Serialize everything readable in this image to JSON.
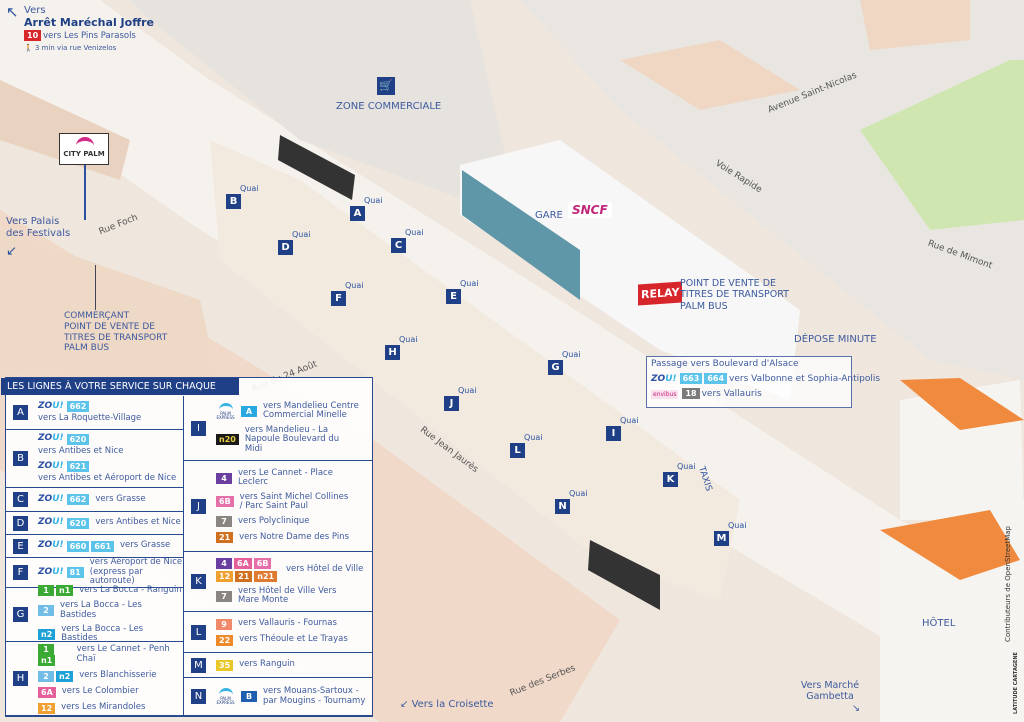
{
  "top_left": {
    "prefix": "Vers",
    "title": "Arrêt Maréchal Joffre",
    "bus_line": "10",
    "bus_color": "#d9262b",
    "bus_text": "vers Les Pins Parasols",
    "walk": "3 min via rue Venizelos"
  },
  "labels": {
    "city_palm": "CITY PALM",
    "palais": "Vers Palais des Festivals",
    "rue_foch": "Rue   Foch",
    "commercant": [
      "COMMERÇANT",
      "POINT DE VENTE DE",
      "TITRES DE TRANSPORT",
      "PALM BUS"
    ],
    "zone_commerciale": "ZONE COMMERCIALE",
    "gare": "GARE",
    "sncf": "SNCF",
    "relay": "RELAY",
    "relay_text": [
      "POINT DE VENTE DE",
      "TITRES DE TRANSPORT",
      "PALM BUS"
    ],
    "depose": "DÉPOSE MINUTE",
    "av_st_nicolas": "Avenue Saint-Nicolas",
    "voie_rapide": "Voie Rapide",
    "rue_mimont": "Rue de Mimont",
    "rue_24_aout": "Rue du 24 Août",
    "rue_jaures": "Rue Jean Jaurès",
    "rue_serbes": "Rue des Serbes",
    "taxis": "TAXIS",
    "hotel": "HÔTEL",
    "croisette": "Vers la Croisette",
    "gambetta": "Vers Marché Gambetta",
    "credit": "Contributeurs de OpenStreetMap",
    "maker": "LATITUDE CARTAGENE"
  },
  "quai_label": "Quai",
  "quais": [
    "A",
    "B",
    "C",
    "D",
    "E",
    "F",
    "G",
    "H",
    "I",
    "J",
    "K",
    "L",
    "M",
    "N"
  ],
  "passage": {
    "title": "Passage vers Boulevard d'Alsace",
    "zou_lines": [
      "663",
      "664"
    ],
    "zou_text": "vers Valbonne et Sophia-Antipolis",
    "envibus": "envibus",
    "envibus_line": "18",
    "envibus_text": "vers Vallauris"
  },
  "brands": {
    "zou_a": "ZO",
    "zou_b": "U!",
    "palm_express": "PALM EXPRESS"
  },
  "legend": {
    "title": "LES LIGNES À VOTRE SERVICE SUR CHAQUE QUAI",
    "rows": [
      {
        "letter": "A",
        "entries": [
          {
            "brand": "zou",
            "stack": true,
            "badges": [
              {
                "label": "662",
                "color": "#5cc3ea"
              }
            ],
            "text": "vers La Roquette-Village"
          }
        ]
      },
      {
        "letter": "B",
        "entries": [
          {
            "brand": "zou",
            "stack": true,
            "badges": [
              {
                "label": "620",
                "color": "#5cc3ea"
              }
            ],
            "text": "vers Antibes et Nice"
          },
          {
            "brand": "zou",
            "stack": true,
            "badges": [
              {
                "label": "621",
                "color": "#5cc3ea"
              }
            ],
            "text": "vers Antibes et Aéroport de Nice"
          }
        ]
      },
      {
        "letter": "C",
        "entries": [
          {
            "brand": "zou",
            "badges": [
              {
                "label": "662",
                "color": "#5cc3ea"
              }
            ],
            "text": "vers Grasse"
          }
        ]
      },
      {
        "letter": "D",
        "entries": [
          {
            "brand": "zou",
            "badges": [
              {
                "label": "620",
                "color": "#5cc3ea"
              }
            ],
            "text": "vers Antibes et Nice"
          }
        ]
      },
      {
        "letter": "E",
        "entries": [
          {
            "brand": "zou",
            "badges": [
              {
                "label": "660",
                "color": "#5cc3ea"
              },
              {
                "label": "661",
                "color": "#5cc3ea"
              }
            ],
            "text": "vers Grasse"
          }
        ]
      },
      {
        "letter": "F",
        "entries": [
          {
            "brand": "zou",
            "badges": [
              {
                "label": "81",
                "color": "#5cc3ea"
              }
            ],
            "text": "vers Aéroport de Nice (express par autoroute)"
          }
        ]
      },
      {
        "letter": "G",
        "entries": [
          {
            "badges": [
              {
                "label": "1",
                "color": "#3aaa35"
              },
              {
                "label": "n1",
                "color": "#3aaa35"
              }
            ],
            "text": "vers La Bocca - Ranguin"
          },
          {
            "badges": [
              {
                "label": "2",
                "color": "#72bde8"
              }
            ],
            "text": "vers La Bocca - Les Bastides"
          },
          {
            "badges": [
              {
                "label": "n2",
                "color": "#1ea0d8"
              }
            ],
            "text": "vers La Bocca - Les Bastides"
          }
        ]
      },
      {
        "letter": "H",
        "entries": [
          {
            "badges": [
              {
                "label": "1",
                "color": "#3aaa35"
              },
              {
                "label": "n1",
                "color": "#3aaa35"
              }
            ],
            "text": "vers Le Cannet - Penh Chaï"
          },
          {
            "badges": [
              {
                "label": "2",
                "color": "#72bde8"
              },
              {
                "label": "n2",
                "color": "#1ea0d8"
              }
            ],
            "text": "vers Blanchisserie"
          },
          {
            "badges": [
              {
                "label": "6A",
                "color": "#e5609b"
              }
            ],
            "text": "vers Le Colombier"
          },
          {
            "badges": [
              {
                "label": "12",
                "color": "#f0a030"
              }
            ],
            "text": "vers Les Mirandoles"
          }
        ]
      },
      {
        "letter": "I",
        "entries": [
          {
            "brand": "palm",
            "badges": [
              {
                "label": "A",
                "color": "#2aa8e0"
              }
            ],
            "text": "vers Mandelieu Centre Commercial Minelle"
          },
          {
            "badges": [
              {
                "label": "n20",
                "color": "#1a1a1a",
                "text_color": "#e8d040"
              }
            ],
            "text": "vers Mandelieu - La Napoule Boulevard du Midi"
          }
        ]
      },
      {
        "letter": "J",
        "entries": [
          {
            "badges": [
              {
                "label": "4",
                "color": "#6b3fa0"
              }
            ],
            "text": "vers Le Cannet - Place Leclerc"
          },
          {
            "badges": [
              {
                "label": "6B",
                "color": "#e56fa8"
              }
            ],
            "text": "vers Saint Michel Collines / Parc Saint Paul"
          },
          {
            "badges": [
              {
                "label": "7",
                "color": "#8a8580"
              }
            ],
            "text": "vers Polyclinique"
          },
          {
            "badges": [
              {
                "label": "21",
                "color": "#d0701f"
              }
            ],
            "text": "vers Notre Dame des Pins"
          }
        ]
      },
      {
        "letter": "K",
        "entries": [
          {
            "badges": [
              {
                "label": "4",
                "color": "#6b3fa0"
              },
              {
                "label": "6A",
                "color": "#e5609b"
              },
              {
                "label": "6B",
                "color": "#e56fa8"
              },
              {
                "label": "12",
                "color": "#f0a030"
              },
              {
                "label": "21",
                "color": "#d0701f"
              },
              {
                "label": "n21",
                "color": "#e07a30"
              }
            ],
            "text": "vers Hôtel de Ville"
          },
          {
            "badges": [
              {
                "label": "7",
                "color": "#8a8580"
              }
            ],
            "text": "vers Hôtel de Ville Vers Mare Monte"
          }
        ]
      },
      {
        "letter": "L",
        "entries": [
          {
            "badges": [
              {
                "label": "9",
                "color": "#f08a6a"
              }
            ],
            "text": "vers Vallauris - Fournas"
          },
          {
            "badges": [
              {
                "label": "22",
                "color": "#ef8a2a"
              }
            ],
            "text": "vers Théoule et Le Trayas"
          }
        ]
      },
      {
        "letter": "M",
        "entries": [
          {
            "badges": [
              {
                "label": "35",
                "color": "#e8c72a"
              }
            ],
            "text": "vers Ranguin"
          }
        ]
      },
      {
        "letter": "N",
        "entries": [
          {
            "brand": "palm",
            "badges": [
              {
                "label": "B",
                "color": "#1f5fb0"
              }
            ],
            "text": "vers Mouans-Sartoux - par Mougins - Tournamy"
          }
        ]
      }
    ]
  },
  "colors": {
    "navy": "#1f3f86",
    "roof_orange": "#f08a3e",
    "sncf": "#c0267a",
    "relay": "#d7262b"
  }
}
